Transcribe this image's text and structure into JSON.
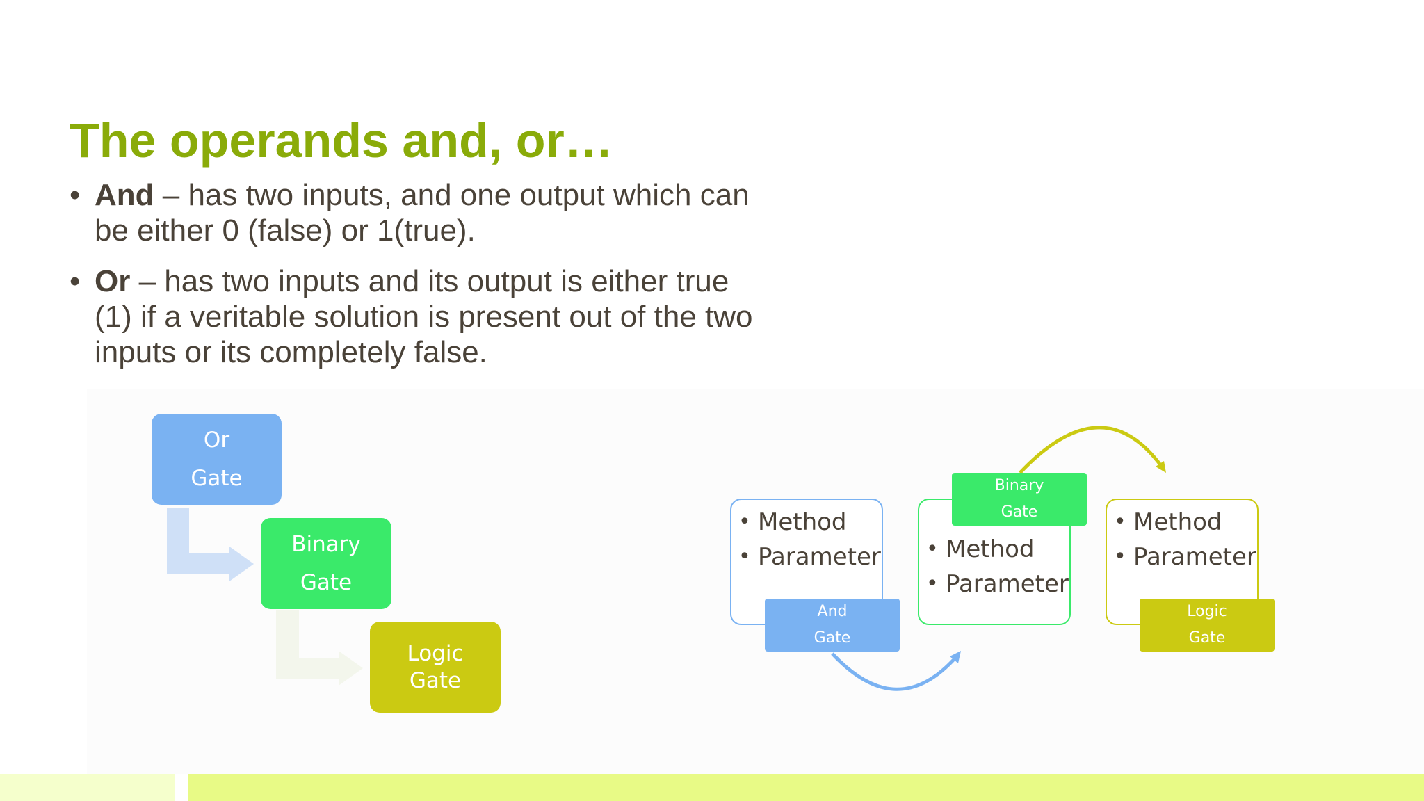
{
  "slide": {
    "title": "The operands and, or…",
    "bullets": [
      {
        "term": "And",
        "text": " – has two inputs, and one output which can be either 0 (false) or 1(true)."
      },
      {
        "term": "Or",
        "text": " – has two inputs and its output is either true (1) if a veritable solution is present out of the two inputs or its completely false."
      }
    ],
    "bullet_char": "•"
  },
  "process": {
    "steps": [
      {
        "line1": "Or",
        "line2": "Gate",
        "color": "#7ab2f2"
      },
      {
        "line1": "Binary",
        "line2": "Gate",
        "color": "#3aea6a"
      },
      {
        "line1": "Logic",
        "line2": "Gate",
        "color": "#cbca12"
      }
    ],
    "arrow_colors": [
      "#cfe0f7",
      "#f3f6ec"
    ]
  },
  "cycle": {
    "cards": [
      {
        "items": [
          "Method",
          "Parameter"
        ],
        "border": "#7ab2f2",
        "tab": {
          "line1": "And",
          "line2": "Gate",
          "color": "#7ab2f2"
        }
      },
      {
        "items": [
          "Method",
          "Parameter"
        ],
        "border": "#3aea6a",
        "tab": {
          "line1": "Binary",
          "line2": "Gate",
          "color": "#3aea6a"
        }
      },
      {
        "items": [
          "Method",
          "Parameter"
        ],
        "border": "#cbca12",
        "tab": {
          "line1": "Logic",
          "line2": "Gate",
          "color": "#cbca12"
        }
      }
    ],
    "arrow_colors": [
      "#7ab2f2",
      "#cbca12"
    ]
  },
  "theme": {
    "title_color": "#8aab09",
    "text_color": "#4a4238",
    "footer_light": "#f5ffcc",
    "footer_accent": "#e8fa86"
  }
}
